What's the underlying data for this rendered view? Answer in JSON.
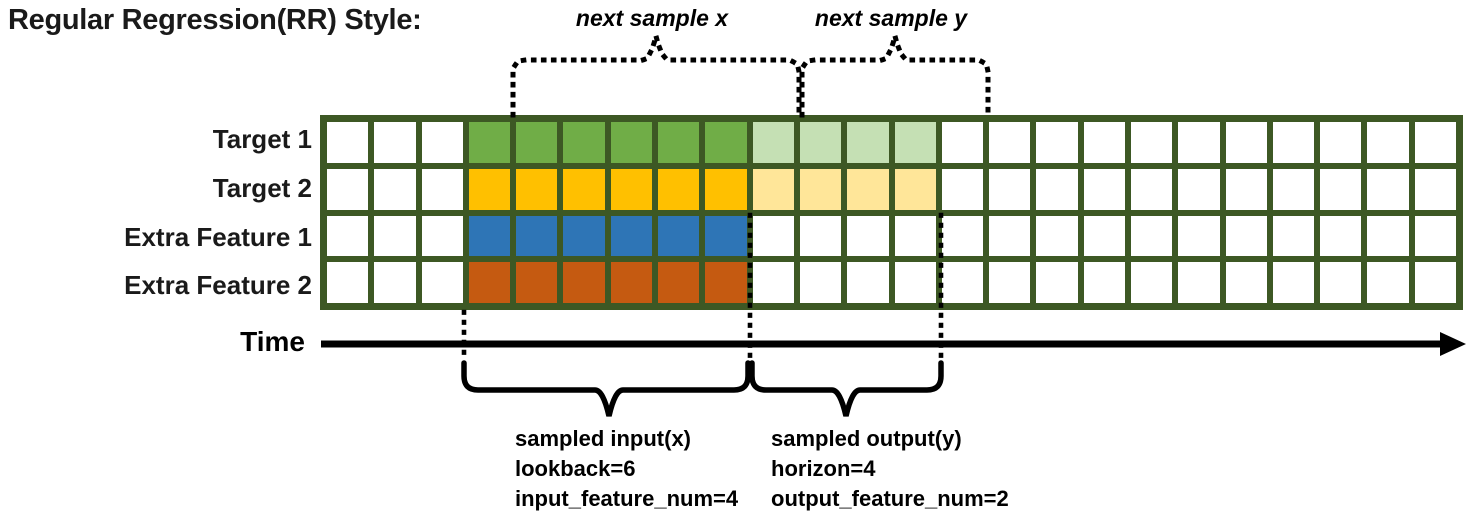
{
  "title": "Regular Regression(RR) Style:",
  "rows": [
    {
      "label": "Target 1",
      "input_color": "#70AD47",
      "output_color": "#C5E0B4"
    },
    {
      "label": "Target 2",
      "input_color": "#FFC000",
      "output_color": "#FFE699"
    },
    {
      "label": "Extra Feature 1",
      "input_color": "#2E75B6",
      "output_color": null
    },
    {
      "label": "Extra Feature 2",
      "input_color": "#C55A11",
      "output_color": null
    }
  ],
  "grid": {
    "columns": 24,
    "input_start": 3,
    "input_length": 6,
    "output_start": 9,
    "output_length": 4,
    "line_color": "#3D5824",
    "empty_color": "#FFFFFF"
  },
  "annotations": {
    "next_sample_x": "next sample x",
    "next_sample_y": "next sample y",
    "time_label": "Time",
    "input_block": [
      "sampled input(x)",
      "lookback=6",
      "input_feature_num=4"
    ],
    "output_block": [
      "sampled output(y)",
      "horizon=4",
      "output_feature_num=2"
    ]
  }
}
